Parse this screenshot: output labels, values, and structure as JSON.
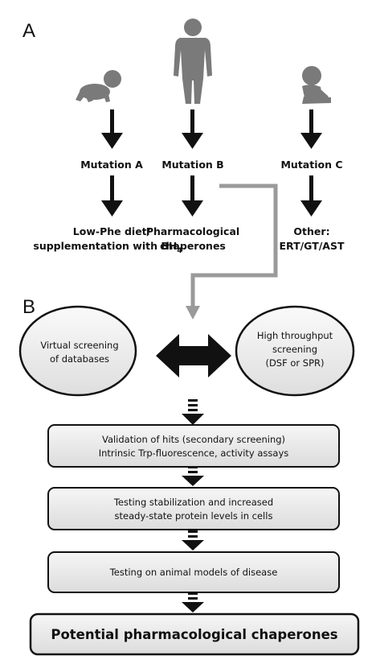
{
  "panel_a": {
    "label": "A",
    "columns": [
      {
        "figure_icon": "crawling-baby-icon",
        "mutation": "Mutation A",
        "treatment_lines": [
          "Low-Phe diet/",
          "supplementation with BH"
        ],
        "treatment_subscript": "4"
      },
      {
        "figure_icon": "adult-person-icon",
        "mutation": "Mutation B",
        "treatment_lines": [
          "Pharmacological",
          "chaperones"
        ]
      },
      {
        "figure_icon": "sitting-child-icon",
        "mutation": "Mutation C",
        "treatment_lines": [
          "Other:",
          "ERT/GT/AST"
        ]
      }
    ]
  },
  "panel_b": {
    "label": "B",
    "left_ellipse_lines": [
      "Virtual screening",
      "of databases"
    ],
    "right_ellipse_lines": [
      "High throughput",
      "screening",
      "(DSF or SPR)"
    ],
    "steps": [
      {
        "lines": [
          "Validation of hits (secondary screening)",
          "Intrinsic Trp-fluorescence, activity assays"
        ]
      },
      {
        "lines": [
          "Testing stabilization and increased",
          "steady-state protein levels in cells"
        ]
      },
      {
        "lines": [
          "Testing on animal models of disease"
        ]
      }
    ],
    "result": "Potential pharmacological chaperones"
  },
  "colors": {
    "box_fill": "#ebebeb",
    "connector": "#9a9a9a",
    "ink": "#111111",
    "silhouette": "#7a7a7a"
  }
}
